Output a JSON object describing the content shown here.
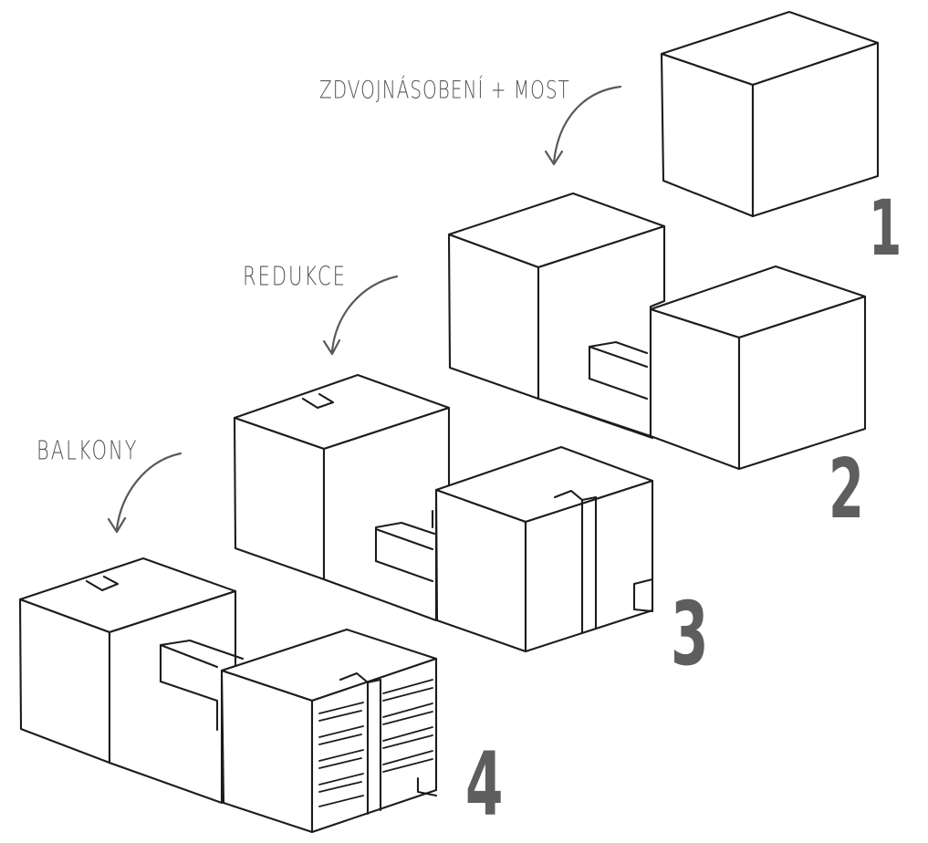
{
  "labels": {
    "doubling_bridge": "ZDVOJNÁSOBENÍ + MOST",
    "reduction": "REDUKCE",
    "balconies": "BALKONY"
  },
  "steps": [
    "1",
    "2",
    "3",
    "4"
  ],
  "colors": {
    "ink": "#1c1c1c",
    "annotation": "#555555",
    "numbers": "#5e5e5e"
  }
}
